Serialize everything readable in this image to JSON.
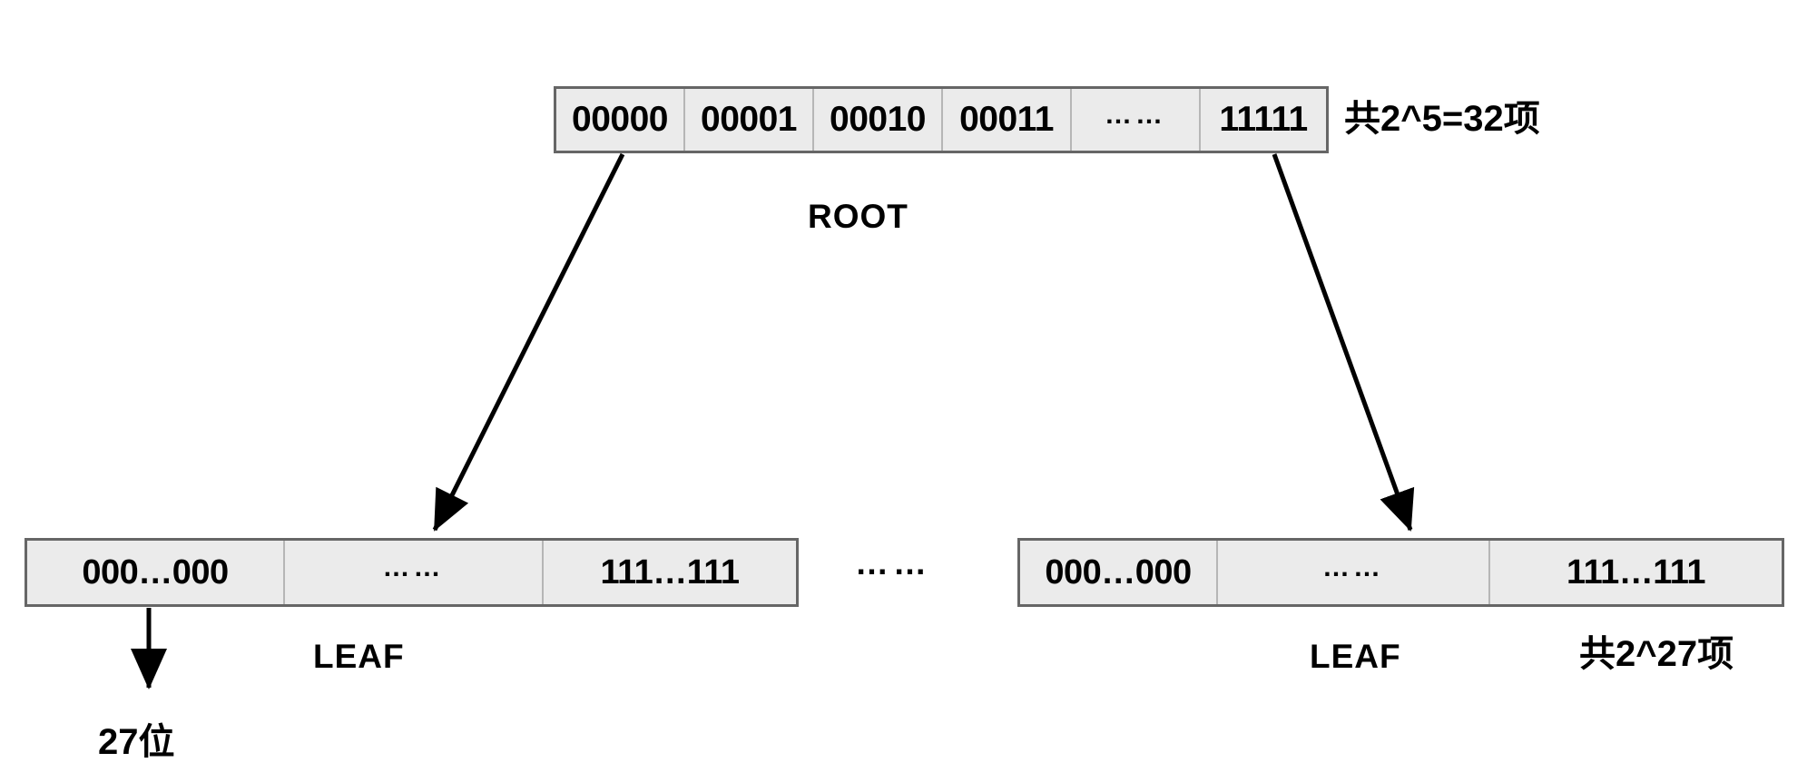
{
  "diagram": {
    "title": "Radix tree / trie index structure",
    "background_color": "#ffffff",
    "node_fill": "#ebebeb",
    "node_border": "#666666",
    "cell_divider": "#b6b6b6",
    "text_color": "#000000",
    "arrow_color": "#000000"
  },
  "root": {
    "caption": "ROOT",
    "count_label": "共2^5=32项",
    "cells": [
      {
        "text": "00000",
        "kind": "value"
      },
      {
        "text": "00001",
        "kind": "value"
      },
      {
        "text": "00010",
        "kind": "value"
      },
      {
        "text": "00011",
        "kind": "value"
      },
      {
        "text": "……",
        "kind": "ellipsis"
      },
      {
        "text": "11111",
        "kind": "value"
      }
    ]
  },
  "leaves": [
    {
      "caption": "LEAF",
      "cells": [
        {
          "text": "000…000",
          "kind": "value"
        },
        {
          "text": "……",
          "kind": "ellipsis"
        },
        {
          "text": "111…111",
          "kind": "value"
        }
      ]
    },
    {
      "caption": "LEAF",
      "count_label": "共2^27项",
      "cells": [
        {
          "text": "000…000",
          "kind": "value"
        },
        {
          "text": "……",
          "kind": "ellipsis"
        },
        {
          "text": "111…111",
          "kind": "value"
        }
      ]
    }
  ],
  "between_leaves_ellipsis": "……",
  "bit_width_label": "27位",
  "arrows": [
    {
      "name": "root-first-to-leaf-left",
      "from": "root cell 00000",
      "to": "leaf-left"
    },
    {
      "name": "root-last-to-leaf-right",
      "from": "root cell 11111",
      "to": "leaf-right"
    },
    {
      "name": "leaf-left-bit-width",
      "from": "leaf-left cell 000…000",
      "to": "27位 label"
    }
  ]
}
